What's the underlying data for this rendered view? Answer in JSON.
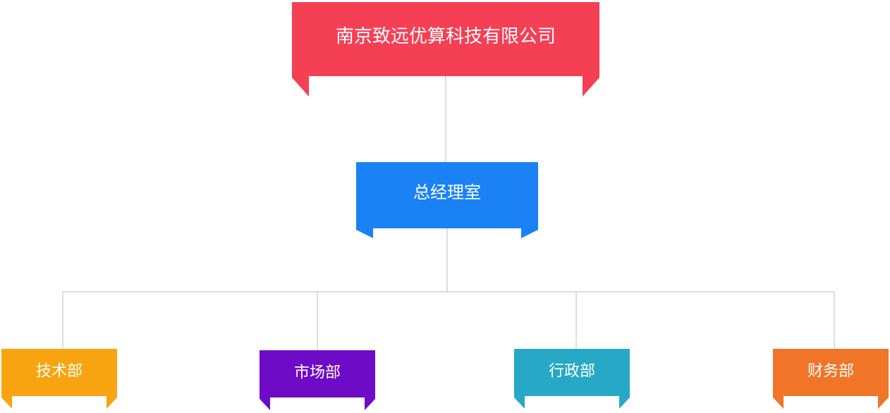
{
  "org_chart": {
    "root": {
      "label": "南京致远优算科技有限公司",
      "color": "#f43f55"
    },
    "manager": {
      "label": "总经理室",
      "color": "#1a82f5"
    },
    "departments": [
      {
        "label": "技术部",
        "color": "#f8a411"
      },
      {
        "label": "市场部",
        "color": "#6e0bc7"
      },
      {
        "label": "行政部",
        "color": "#27a8c6"
      },
      {
        "label": "财务部",
        "color": "#f07529"
      }
    ],
    "connector_color": "#cfd2d6"
  }
}
